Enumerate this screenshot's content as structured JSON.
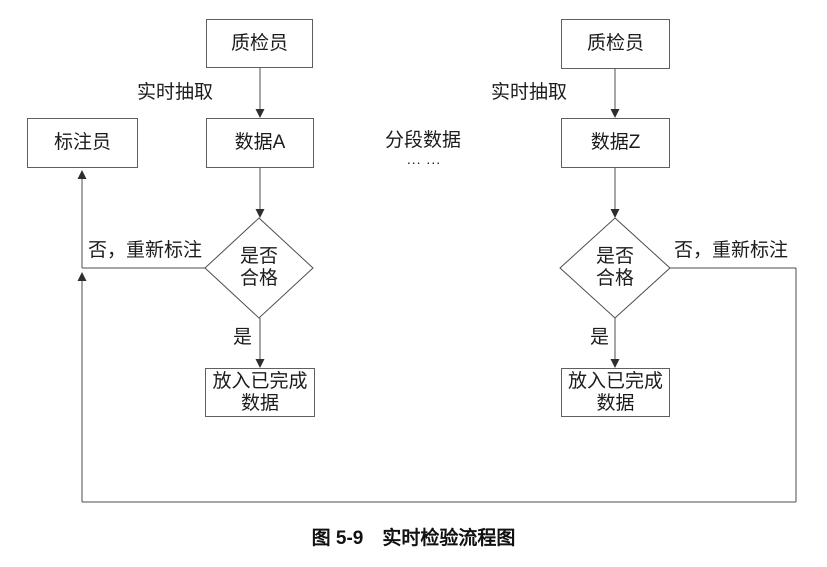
{
  "figure": {
    "caption": "图 5-9　实时检验流程图"
  },
  "shared": {
    "annotator_label": "标注员",
    "segment_label": "分段数据",
    "ellipsis": "... ...",
    "colors": {
      "line": "#4d4d4d",
      "box_border": "#5f5f5f",
      "text": "#1c1c1c"
    }
  },
  "flows": [
    {
      "name": "A",
      "inspector_label": "质检员",
      "extract_label": "实时抽取",
      "data_label": "数据A",
      "decision_label": "是否\n合格",
      "yes_label": "是",
      "no_label": "否，重新标注",
      "done_label": "放入已完成\n数据"
    },
    {
      "name": "Z",
      "inspector_label": "质检员",
      "extract_label": "实时抽取",
      "data_label": "数据Z",
      "decision_label": "是否\n合格",
      "yes_label": "是",
      "no_label": "否，重新标注",
      "done_label": "放入已完成\n数据"
    }
  ]
}
